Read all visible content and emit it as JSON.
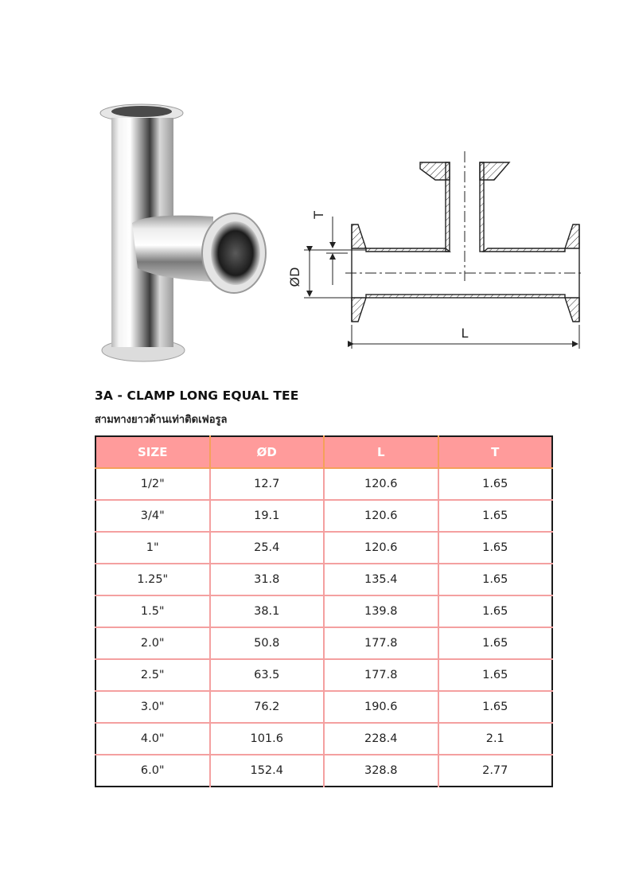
{
  "product": {
    "title": "3A - CLAMP LONG EQUAL TEE",
    "subtitle_th": "สามทางยาวด้านเท่าติดเฟอรูล"
  },
  "drawing": {
    "labels": {
      "thickness": "T",
      "diameter": "ØD",
      "length": "L"
    }
  },
  "table": {
    "colors": {
      "header_bg": "#ff9b9b",
      "header_divider": "#f5a05a",
      "grid": "#f4a0a0",
      "outer_border": "#1a1a1a"
    },
    "headers": [
      "SIZE",
      "ØD",
      "L",
      "T"
    ],
    "rows": [
      [
        "1/2\"",
        "12.7",
        "120.6",
        "1.65"
      ],
      [
        "3/4\"",
        "19.1",
        "120.6",
        "1.65"
      ],
      [
        "1\"",
        "25.4",
        "120.6",
        "1.65"
      ],
      [
        "1.25\"",
        "31.8",
        "135.4",
        "1.65"
      ],
      [
        "1.5\"",
        "38.1",
        "139.8",
        "1.65"
      ],
      [
        "2.0\"",
        "50.8",
        "177.8",
        "1.65"
      ],
      [
        "2.5\"",
        "63.5",
        "177.8",
        "1.65"
      ],
      [
        "3.0\"",
        "76.2",
        "190.6",
        "1.65"
      ],
      [
        "4.0\"",
        "101.6",
        "228.4",
        "2.1"
      ],
      [
        "6.0\"",
        "152.4",
        "328.8",
        "2.77"
      ]
    ]
  }
}
